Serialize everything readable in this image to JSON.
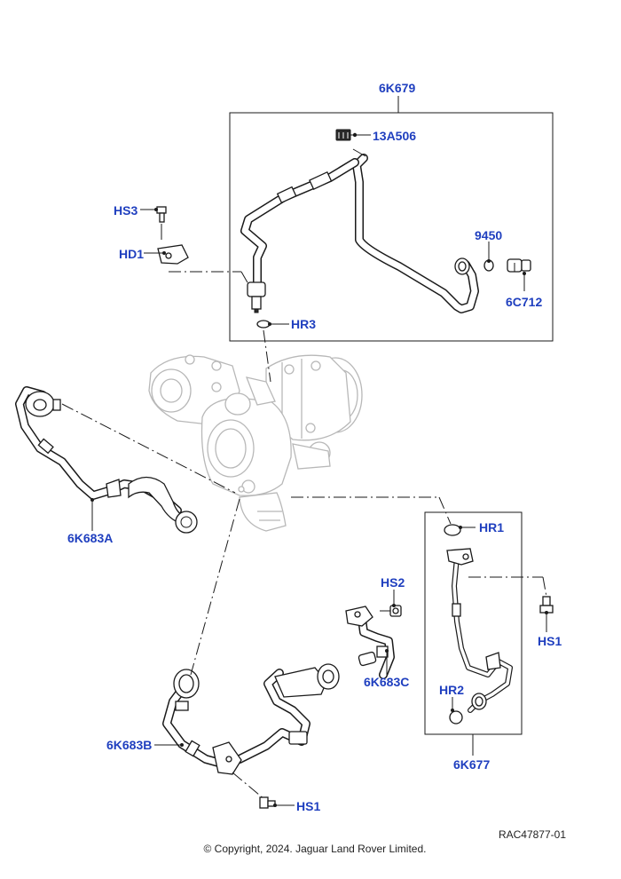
{
  "callouts": {
    "kit_upper": "6K679",
    "clip": "13A506",
    "bolt_hs3": "HS3",
    "bracket_hd1": "HD1",
    "washer_9450": "9450",
    "fitting_6c712": "6C712",
    "washer_hr3": "HR3",
    "pipe_6k683a": "6K683A",
    "washer_hr1": "HR1",
    "bolt_hs2": "HS2",
    "bolt_hs1_right": "HS1",
    "pipe_6k683c": "6K683C",
    "washer_hr2": "HR2",
    "pipe_6k683b": "6K683B",
    "kit_lower": "6K677",
    "bolt_hs1_bottom": "HS1"
  },
  "footer": {
    "ref": "RAC47877-01",
    "copyright": "© Copyright, 2024. Jaguar Land Rover Limited."
  },
  "colors": {
    "callout": "#1f3fbf",
    "line": "#1a1a1a",
    "ghost": "#b8b8b8"
  }
}
